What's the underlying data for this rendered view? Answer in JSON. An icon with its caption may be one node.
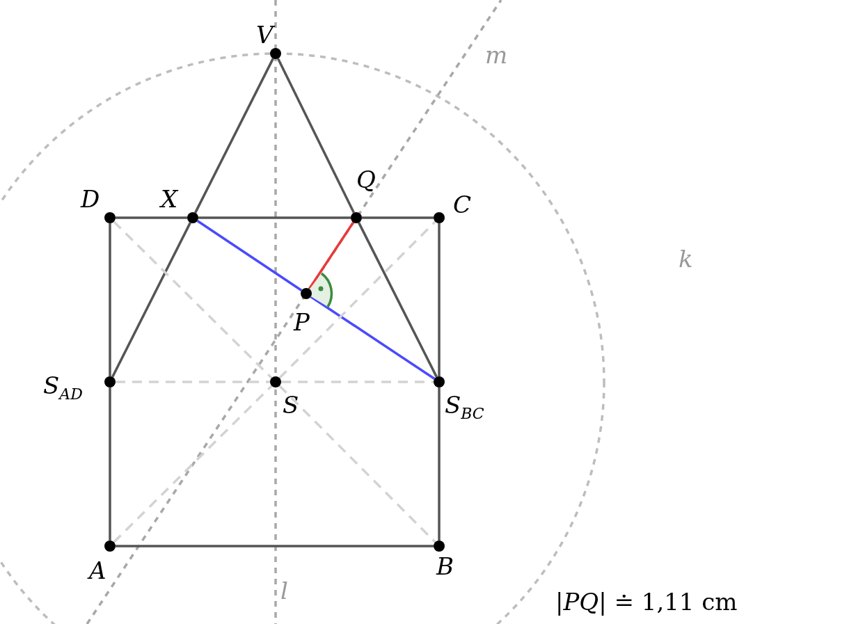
{
  "diagram": {
    "nodes": [
      {
        "text": [
          "V"
        ]
      },
      {
        "text": [
          "D"
        ]
      },
      {
        "text": [
          "X"
        ]
      },
      {
        "text": [
          "Q"
        ]
      },
      {
        "text": [
          "C"
        ]
      },
      {
        "text": [
          "P"
        ]
      },
      {
        "text": [
          "S$_{AD}$"
        ]
      },
      {
        "text": [
          "S"
        ]
      },
      {
        "text": [
          "S$_{BC}$"
        ]
      },
      {
        "text": [
          "A"
        ]
      },
      {
        "text": [
          "B"
        ]
      }
    ],
    "edges": [
      {
        "from": 9,
        "to": 10,
        "arrow": "none"
      },
      {
        "from": 10,
        "to": 8,
        "arrow": "none"
      },
      {
        "from": 8,
        "to": 4,
        "arrow": "none"
      },
      {
        "from": 4,
        "to": 3,
        "arrow": "none"
      },
      {
        "from": 3,
        "to": 2,
        "arrow": "none"
      },
      {
        "from": 2,
        "to": 1,
        "arrow": "none"
      },
      {
        "from": 1,
        "to": 6,
        "arrow": "none"
      },
      {
        "from": 6,
        "to": 9,
        "arrow": "none"
      },
      {
        "from": 0,
        "to": 2,
        "arrow": "none"
      },
      {
        "from": 2,
        "to": 6,
        "arrow": "none"
      },
      {
        "from": 0,
        "to": 3,
        "arrow": "none"
      },
      {
        "from": 3,
        "to": 8,
        "arrow": "none"
      },
      {
        "from": 2,
        "to": 5,
        "arrow": "none",
        "color": "#4a4aff"
      },
      {
        "from": 5,
        "to": 8,
        "arrow": "none",
        "color": "#4a4aff"
      },
      {
        "from": 5,
        "to": 3,
        "arrow": "none",
        "color": "#e83a3a"
      },
      {
        "from": 9,
        "to": 7,
        "arrow": "none",
        "style": "dashed",
        "color": "#d3d3d3"
      },
      {
        "from": 7,
        "to": 4,
        "arrow": "none",
        "style": "dashed",
        "color": "#d3d3d3"
      },
      {
        "from": 1,
        "to": 7,
        "arrow": "none",
        "style": "dashed",
        "color": "#d3d3d3"
      },
      {
        "from": 7,
        "to": 10,
        "arrow": "none",
        "style": "dashed",
        "color": "#d3d3d3"
      },
      {
        "from": 6,
        "to": 7,
        "arrow": "none",
        "style": "dashed",
        "color": "#d3d3d3"
      },
      {
        "from": 7,
        "to": 8,
        "arrow": "none",
        "style": "dashed",
        "color": "#d3d3d3"
      }
    ],
    "labels": [
      "m",
      "k",
      "l",
      "|*PQ*| ≐ 1,11 cm"
    ]
  }
}
